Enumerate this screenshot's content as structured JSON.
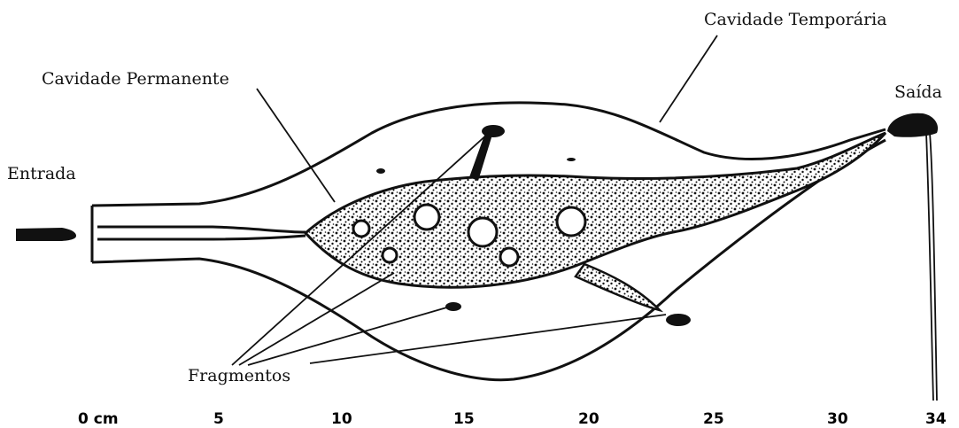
{
  "labels": {
    "temporary_cavity": "Cavidade Temporária",
    "permanent_cavity": "Cavidade Permanente",
    "entry": "Entrada",
    "exit": "Saída",
    "fragments": "Fragmentos"
  },
  "scale": {
    "ticks": [
      "0 cm",
      "5",
      "10",
      "15",
      "20",
      "25",
      "30",
      "34"
    ]
  },
  "colors": {
    "ink": "#111111",
    "background": "#ffffff"
  }
}
